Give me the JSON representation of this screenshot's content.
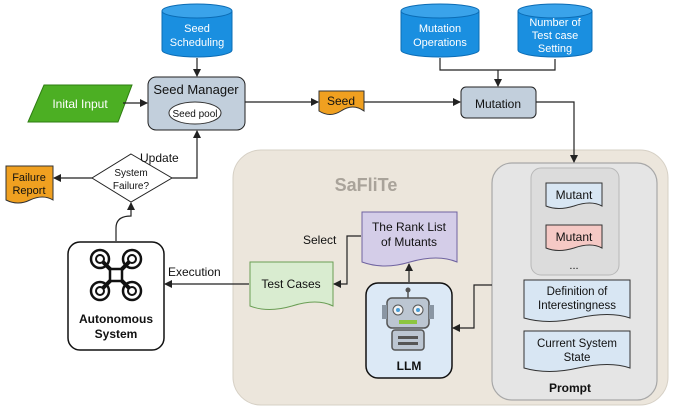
{
  "cylinders": {
    "seed_scheduling": [
      "Seed",
      "Scheduling"
    ],
    "mutation_operations": [
      "Mutation",
      "Operations"
    ],
    "num_test_case": [
      "Number of",
      "Test case",
      "Setting"
    ]
  },
  "nodes": {
    "initial_input": "Inital Input",
    "seed_manager": "Seed Manager",
    "seed_pool": "Seed pool",
    "seed": "Seed",
    "mutation": "Mutation",
    "system_failure": [
      "System",
      "Failure?"
    ],
    "failure_report": [
      "Failure",
      "Report"
    ],
    "autonomous_system": [
      "Autonomous",
      "System"
    ],
    "test_cases": "Test Cases",
    "rank_list": [
      "The Rank List",
      "of Mutants"
    ],
    "llm": "LLM",
    "mutant_1": "Mutant",
    "mutant_2": "Mutant",
    "ellipsis": "...",
    "definition": [
      "Definition of",
      "Interestingness"
    ],
    "current_state": [
      "Current System",
      "State"
    ],
    "prompt": "Prompt"
  },
  "edge_labels": {
    "update": "Update",
    "select": "Select",
    "execution": "Execution"
  },
  "framework_title": "SaFliTe",
  "colors": {
    "cylinder_blue": "#1a8fe0",
    "green_input": "#4caf23",
    "orange_doc": "#f0a020",
    "gray_box": "#c2cfdc",
    "region_bg": "#ece6dc",
    "prompt_bg": "#e5e5e5",
    "test_case_green": "#d9ecd0",
    "rank_purple": "#d4cde8",
    "mutant_red": "#f5c9c5",
    "doc_blue": "#d8e6f3",
    "llm_bg": "#dce9f6"
  }
}
